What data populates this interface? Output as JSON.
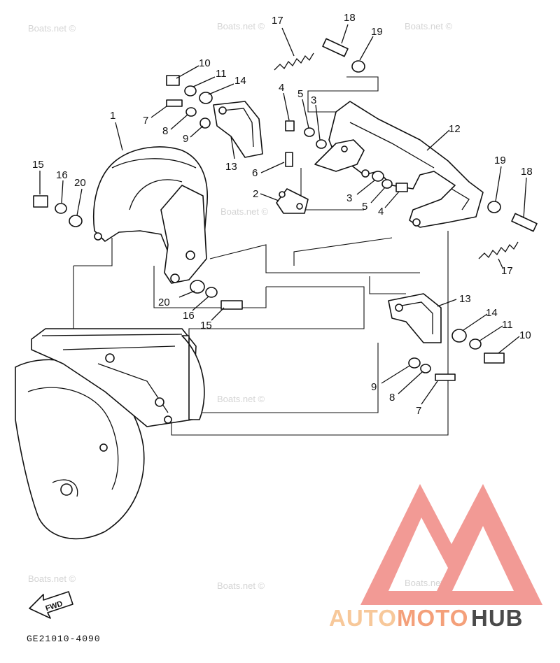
{
  "diagram": {
    "callouts": [
      {
        "id": "c17a",
        "text": "17"
      },
      {
        "id": "c18a",
        "text": "18"
      },
      {
        "id": "c19a",
        "text": "19"
      },
      {
        "id": "c10a",
        "text": "10"
      },
      {
        "id": "c11a",
        "text": "11"
      },
      {
        "id": "c14a",
        "text": "14"
      },
      {
        "id": "c7a",
        "text": "7"
      },
      {
        "id": "c8a",
        "text": "8"
      },
      {
        "id": "c9a",
        "text": "9"
      },
      {
        "id": "c1",
        "text": "1"
      },
      {
        "id": "c4a",
        "text": "4"
      },
      {
        "id": "c5a",
        "text": "5"
      },
      {
        "id": "c3a",
        "text": "3"
      },
      {
        "id": "c12",
        "text": "12"
      },
      {
        "id": "c13a",
        "text": "13"
      },
      {
        "id": "c6",
        "text": "6"
      },
      {
        "id": "c2",
        "text": "2"
      },
      {
        "id": "c15a",
        "text": "15"
      },
      {
        "id": "c16a",
        "text": "16"
      },
      {
        "id": "c20a",
        "text": "20"
      },
      {
        "id": "c19b",
        "text": "19"
      },
      {
        "id": "c18b",
        "text": "18"
      },
      {
        "id": "c3b",
        "text": "3"
      },
      {
        "id": "c5b",
        "text": "5"
      },
      {
        "id": "c4b",
        "text": "4"
      },
      {
        "id": "c17b",
        "text": "17"
      },
      {
        "id": "c20b",
        "text": "20"
      },
      {
        "id": "c16b",
        "text": "16"
      },
      {
        "id": "c15b",
        "text": "15"
      },
      {
        "id": "c13b",
        "text": "13"
      },
      {
        "id": "c14b",
        "text": "14"
      },
      {
        "id": "c11b",
        "text": "11"
      },
      {
        "id": "c10b",
        "text": "10"
      },
      {
        "id": "c9b",
        "text": "9"
      },
      {
        "id": "c8b",
        "text": "8"
      },
      {
        "id": "c7b",
        "text": "7"
      }
    ],
    "drawing_code": "GE21010-4090",
    "fwd_label": "FWD",
    "watermark": "Boats.net ©"
  },
  "logo": {
    "word_auto": "AUTO",
    "word_moto": "MOTO",
    "word_hub": "HUB",
    "colors": {
      "auto": "#f7c89a",
      "moto": "#f4a07a",
      "hub": "#4a4a4a",
      "mark": "#f29a95"
    }
  }
}
